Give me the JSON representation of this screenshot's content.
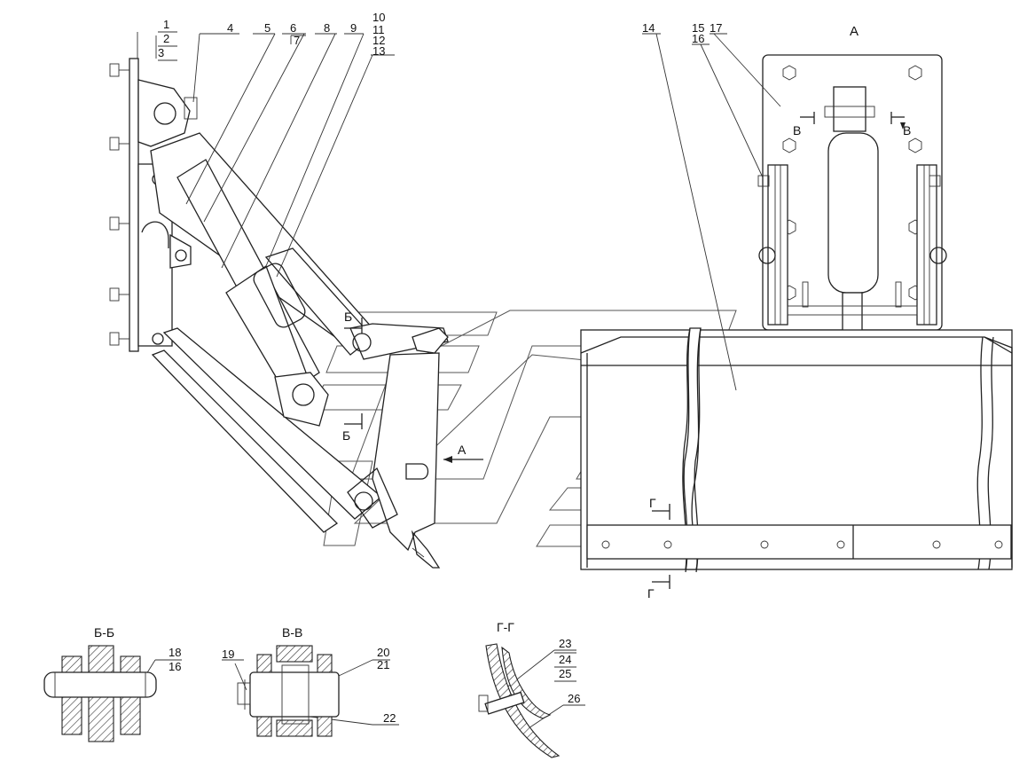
{
  "view_labels": {
    "view_a": "А",
    "section_b": "Б-Б",
    "section_v": "В-В",
    "section_g": "Г-Г"
  },
  "section_marks": {
    "b_top": "Б",
    "b_bottom": "Б",
    "v_left": "В",
    "v_right": "В",
    "g_top": "Г",
    "g_bottom": "Г",
    "arrow_a": "А"
  },
  "callouts": {
    "c1": "1",
    "c2": "2",
    "c3": "3",
    "c4": "4",
    "c5": "5",
    "c6": "6",
    "c7": "7",
    "c8": "8",
    "c9": "9",
    "c10": "10",
    "c11": "11",
    "c12": "12",
    "c13": "13",
    "c14": "14",
    "c15": "15",
    "c16": "16",
    "c17": "17",
    "c18": "18",
    "c16b": "16",
    "c19": "19",
    "c20": "20",
    "c21": "21",
    "c22": "22",
    "c23": "23",
    "c24": "24",
    "c25": "25",
    "c26": "26"
  }
}
